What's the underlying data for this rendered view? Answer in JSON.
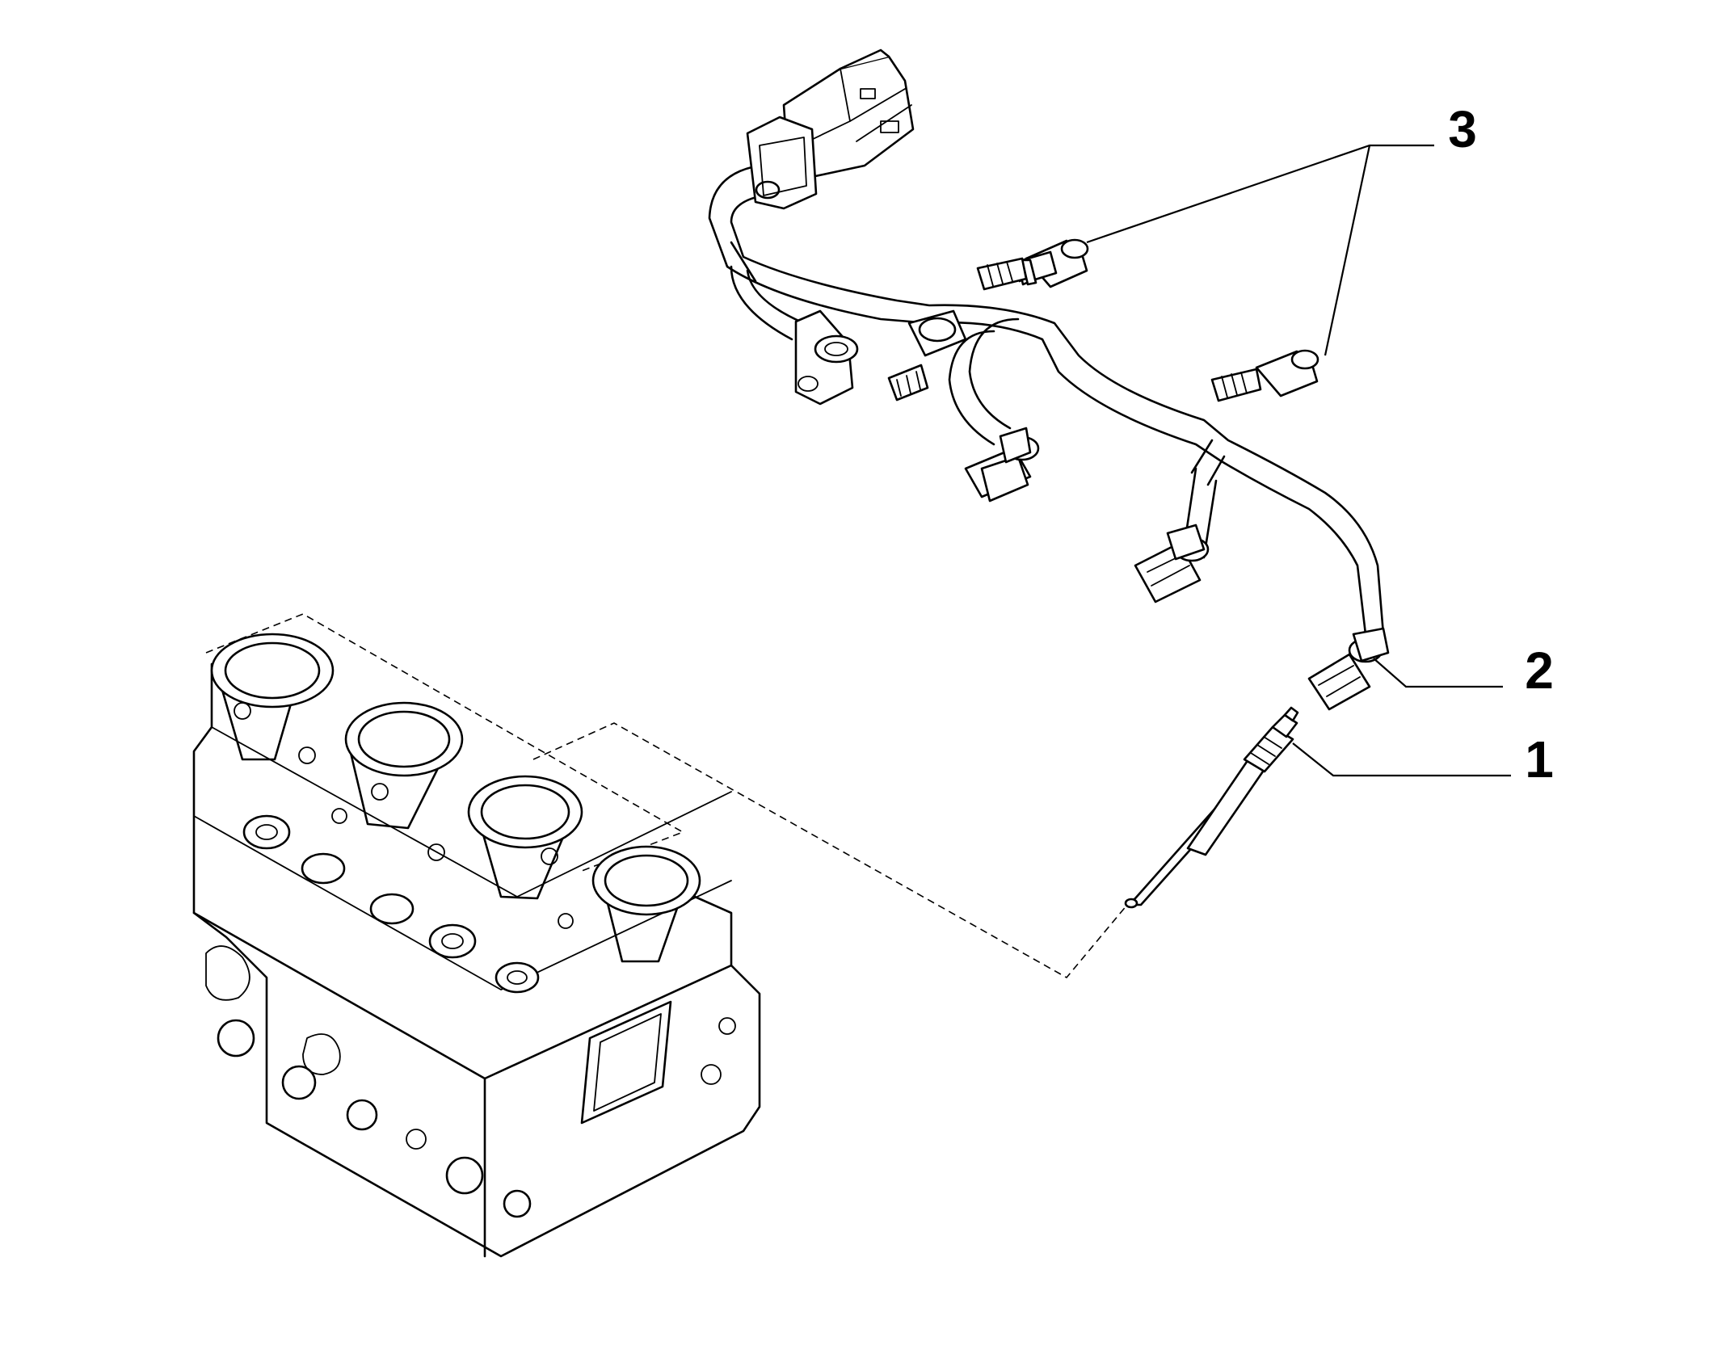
{
  "callouts": [
    {
      "id": "1",
      "label": "1",
      "part": "glow-plug"
    },
    {
      "id": "2",
      "label": "2",
      "part": "glow-plug-connector"
    },
    {
      "id": "3",
      "label": "3",
      "part": "fixing-screw"
    }
  ]
}
